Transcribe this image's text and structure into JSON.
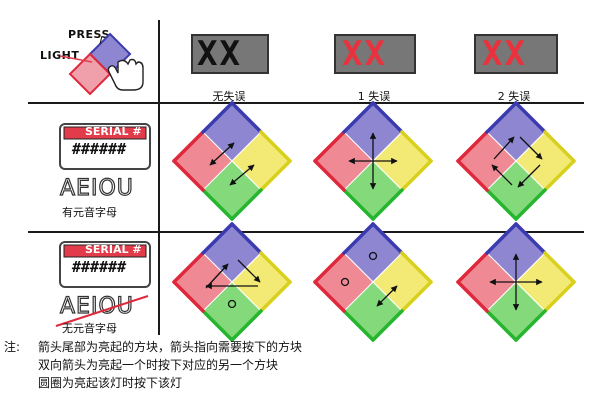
{
  "corner": {
    "press_label": "PRESS",
    "light_label": "LIGHT"
  },
  "columns": [
    {
      "display_text": "XX",
      "display_color": "#111111",
      "caption": "无失误"
    },
    {
      "display_text": "XX",
      "display_color": "#e8323d",
      "caption": "1 失误"
    },
    {
      "display_text": "XX",
      "display_color": "#e8323d",
      "caption": "2 失误"
    }
  ],
  "rows": [
    {
      "serial_label": "SERIAL #",
      "serial_chars": "######",
      "vowels": "AEIOU",
      "caption": "有元音字母",
      "vowels_struck": false
    },
    {
      "serial_label": "SERIAL #",
      "serial_chars": "######",
      "vowels": "AEIOU",
      "caption": "无元音字母",
      "vowels_struck": true
    }
  ],
  "colors": {
    "top": "#8f86d1",
    "right": "#f2ea74",
    "bottom": "#84d97a",
    "left": "#ef8a95",
    "border_top": "#3b3bb0",
    "border_right": "#d8d01d",
    "border_bottom": "#25b52e",
    "border_left": "#e0283d"
  },
  "notes": {
    "prefix": "注:",
    "line1": "箭头尾部为亮起的方块，箭头指向需要按下的方块",
    "line2": "双向箭头为亮起一个时按下对应的另一个方块",
    "line3": "圆圈为亮起该灯时按下该灯"
  }
}
